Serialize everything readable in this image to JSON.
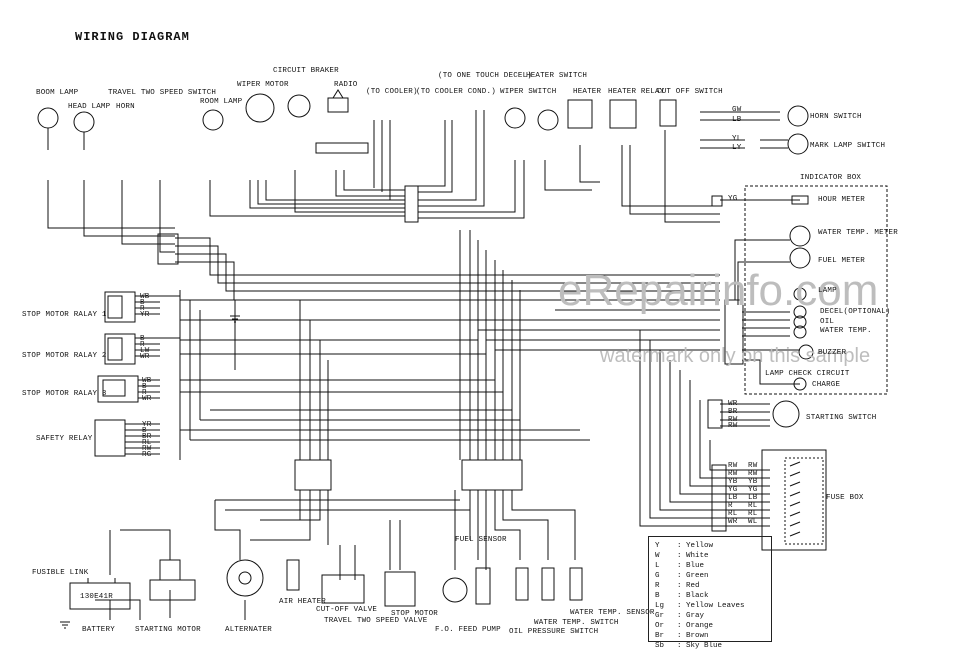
{
  "title": "WIRING DIAGRAM",
  "components": {
    "boom_lamp": "BOOM LAMP",
    "head_lamp": "HEAD LAMP",
    "travel_two_speed_switch": "TRAVEL TWO SPEED SWITCH",
    "horn": "HORN",
    "room_lamp": "ROOM LAMP",
    "wiper_motor": "WIPER MOTOR",
    "circuit_braker": "CIRCUIT BRAKER",
    "radio": "RADIO",
    "to_cooler": "(TO COOLER)",
    "to_one_touch_decel": "(TO ONE TOUCH DECEL)",
    "to_cooler_cond": "(TO COOLER COND.)",
    "wiper_switch": "WIPER SWITCH",
    "heater_switch": "HEATER SWITCH",
    "heater": "HEATER",
    "heater_relay": "HEATER RELAY",
    "cut_off_switch": "CUT OFF SWITCH",
    "horn_switch": "HORN SWITCH",
    "mark_lamp_switch": "MARK LAMP SWITCH",
    "indicator_box": "INDICATOR BOX",
    "hour_meter": "HOUR METER",
    "water_temp_meter": "WATER TEMP. METER",
    "fuel_meter": "FUEL METER",
    "lamp": "LAMP",
    "decel_optional": "DECEL(OPTIONAL)",
    "oil": "OIL",
    "water_temp": "WATER TEMP.",
    "buzzer": "BUZZER",
    "lamp_check_circuit": "LAMP CHECK CIRCUIT",
    "charge": "CHARGE",
    "starting_switch": "STARTING SWITCH",
    "fuse_box": "FUSE BOX",
    "stop_motor_relay_1": "STOP MOTOR RALAY 1",
    "stop_motor_relay_2": "STOP MOTOR RALAY 2",
    "stop_motor_relay_3": "STOP MOTOR RALAY 3",
    "safety_relay": "SAFETY RELAY",
    "fusible_link": "FUSIBLE LINK",
    "battery_model": "130E41R",
    "battery": "BATTERY",
    "starting_motor": "STARTING MOTOR",
    "alternater": "ALTERNATER",
    "air_heater": "AIR HEATER",
    "cut_off_valve": "CUT-OFF VALVE",
    "travel_two_speed_valve": "TRAVEL TWO SPEED VALVE",
    "stop_motor": "STOP MOTOR",
    "fo_feed_pump": "F.O. FEED PUMP",
    "fuel_sensor": "FUEL SENSOR",
    "water_temp_switch": "WATER TEMP. SWITCH",
    "oil_pressure_switch": "OIL PRESSURE SWITCH",
    "water_temp_sensor": "WATER TEMP. SENSOR"
  },
  "wire_codes": {
    "horn_switch_top": "GW",
    "horn_switch_bottom": "LB",
    "mark_lamp_top": "YL",
    "mark_lamp_bottom": "LY",
    "hour_meter_wire": "YG",
    "fuse_left": [
      "RW",
      "RW",
      "YB",
      "YG",
      "LB",
      "R",
      "RL",
      "WR"
    ],
    "fuse_right": [
      "RW",
      "RW",
      "YB",
      "YG",
      "LB",
      "RL",
      "RL",
      "WL"
    ],
    "relay1": [
      "WB",
      "B",
      "R",
      "YR"
    ],
    "relay2": [
      "B",
      "R",
      "LW",
      "WR"
    ],
    "relay3": [
      "WB",
      "B",
      "R",
      "WR"
    ],
    "safety": [
      "YR",
      "B",
      "BR",
      "RL",
      "RW",
      "RG"
    ],
    "starting_switch_wires": [
      "WR",
      "BR",
      "RW",
      "RW"
    ]
  },
  "legend": [
    {
      "code": "Y",
      "name": "Yellow"
    },
    {
      "code": "W",
      "name": "White"
    },
    {
      "code": "L",
      "name": "Blue"
    },
    {
      "code": "G",
      "name": "Green"
    },
    {
      "code": "R",
      "name": "Red"
    },
    {
      "code": "B",
      "name": "Black"
    },
    {
      "code": "Lg",
      "name": "Yellow Leaves"
    },
    {
      "code": "Gr",
      "name": "Gray"
    },
    {
      "code": "Or",
      "name": "Orange"
    },
    {
      "code": "Br",
      "name": "Brown"
    },
    {
      "code": "Sb",
      "name": "Sky Blue"
    }
  ],
  "watermark": {
    "brand": "eRepairinfo.com",
    "note": "watermark only on this sample"
  }
}
